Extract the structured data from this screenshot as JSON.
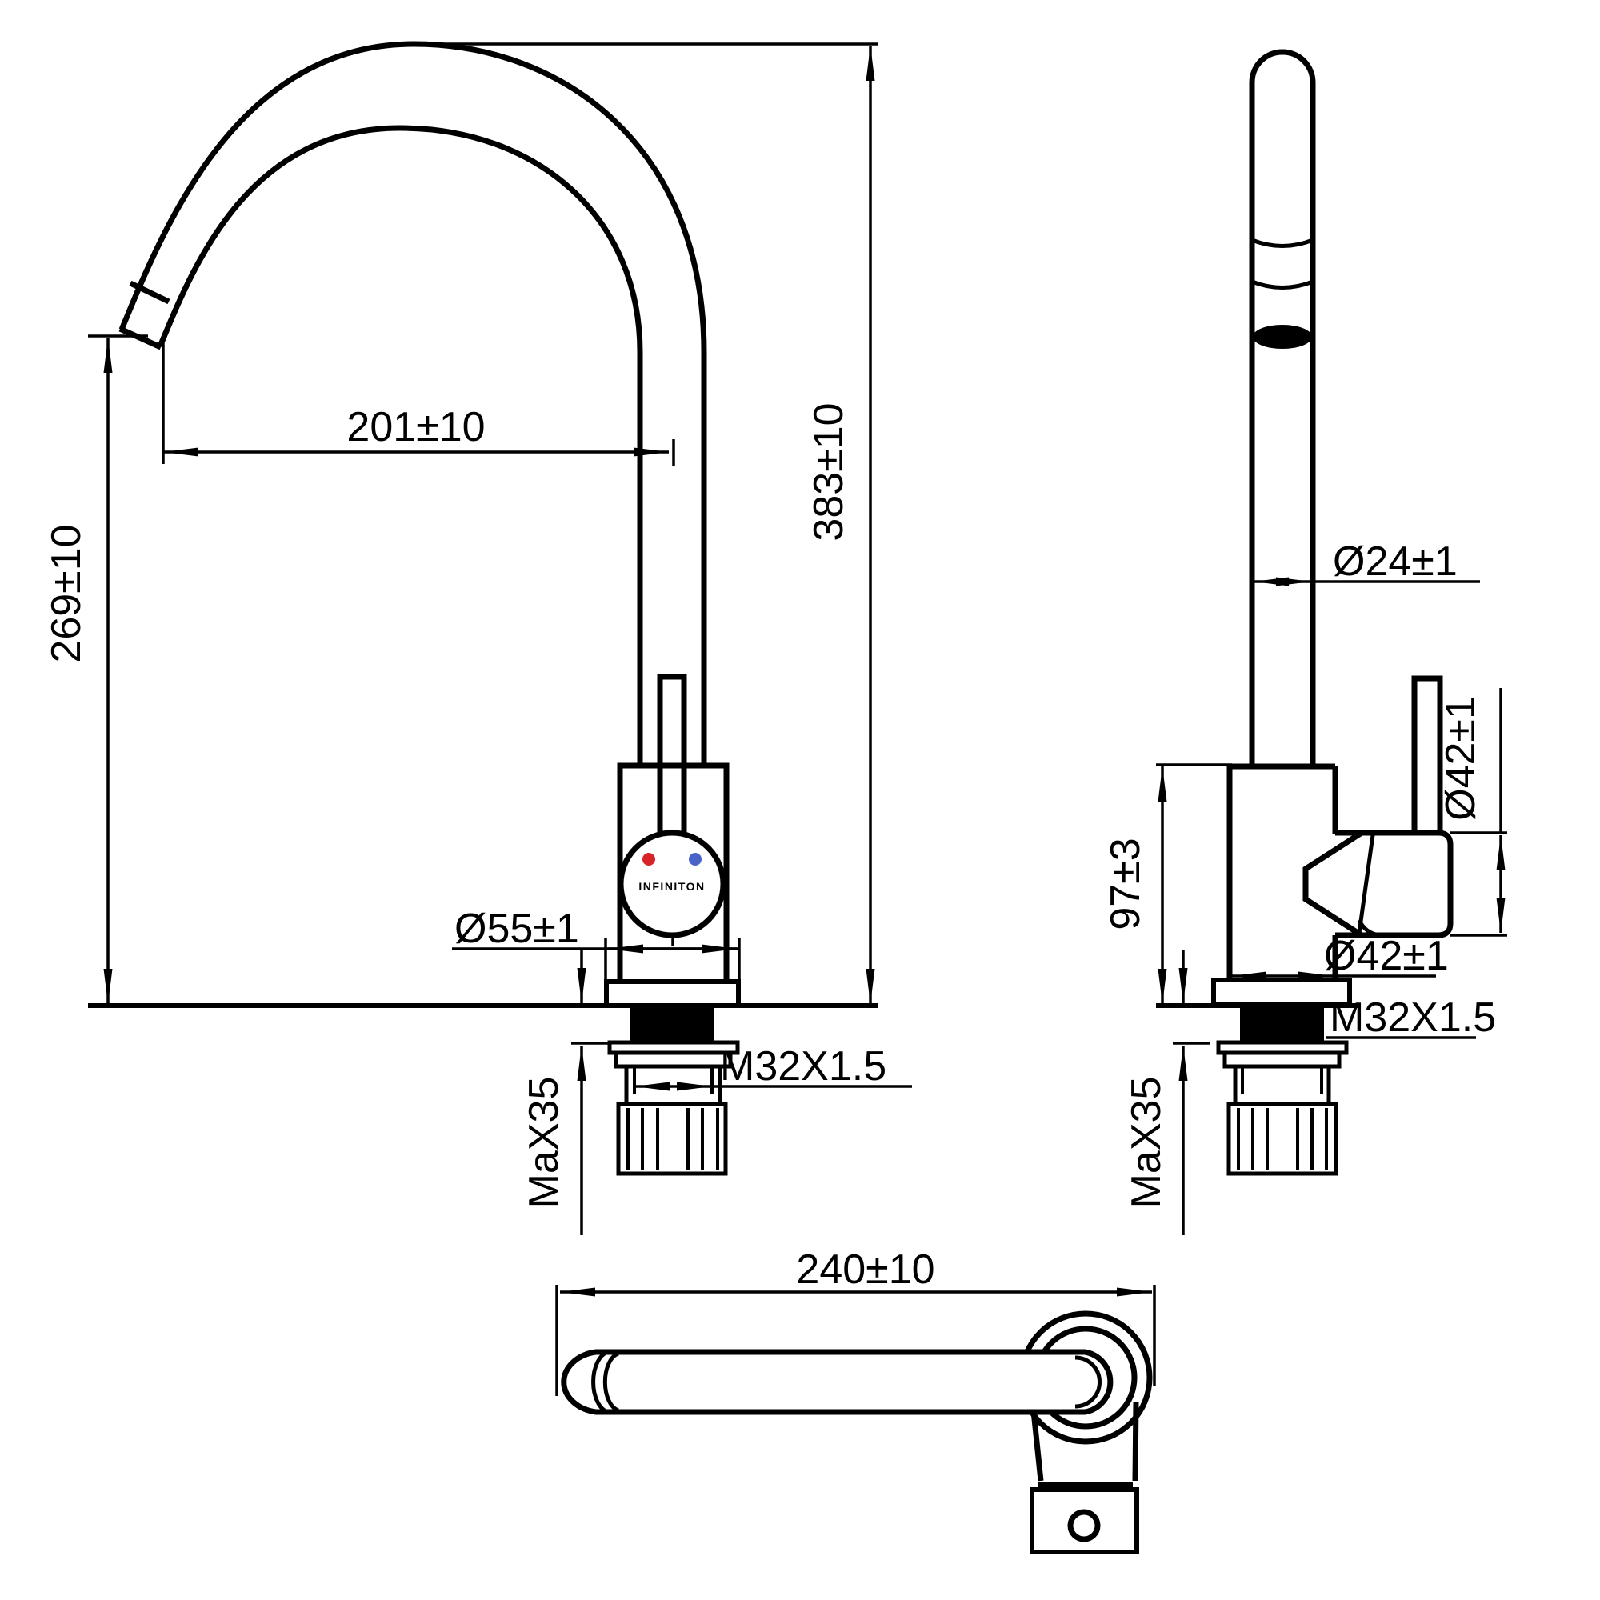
{
  "drawing": {
    "title": "faucet-technical-drawing",
    "brand": "INFINITON",
    "views": {
      "front": {
        "labels": {
          "reach": "201±10",
          "total_height": "383±10",
          "outlet_height": "269±10",
          "base_diameter": "Ø55±1",
          "mount_thread": "M32X1.5",
          "max_deck": "MaX35"
        }
      },
      "side": {
        "labels": {
          "spout_diameter": "Ø24±1",
          "body_height": "97±3",
          "handle_diameter": "Ø42±1",
          "body_diameter": "Ø42±1",
          "mount_thread": "M32X1.5",
          "max_deck": "MaX35"
        }
      },
      "top": {
        "labels": {
          "spout_length": "240±10"
        }
      }
    },
    "colors": {
      "line": "#000000",
      "hot_dot": "#d8232a",
      "cold_dot": "#4a63c8",
      "background": "#ffffff"
    }
  }
}
